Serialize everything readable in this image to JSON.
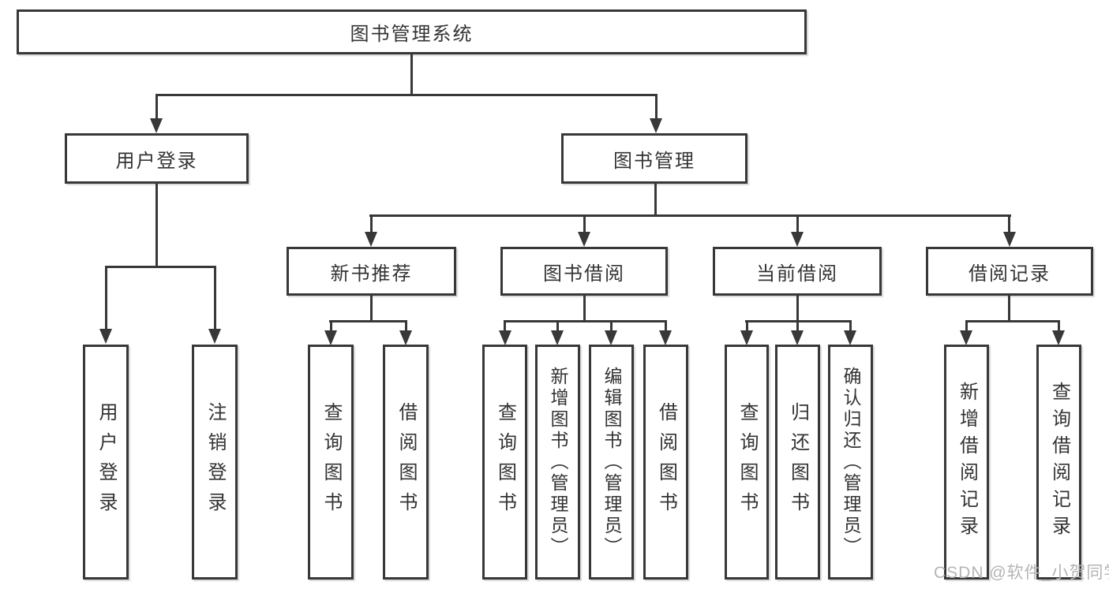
{
  "diagram": {
    "type": "hierarchy-tree",
    "title": "图书管理系统"
  },
  "tree": {
    "label": "图书管理系统",
    "children": [
      {
        "label": "用户登录",
        "children": [
          {
            "label": "用户登录"
          },
          {
            "label": "注销登录"
          }
        ]
      },
      {
        "label": "图书管理",
        "children": [
          {
            "label": "新书推荐",
            "children": [
              {
                "label": "查询图书"
              },
              {
                "label": "借阅图书"
              }
            ]
          },
          {
            "label": "图书借阅",
            "children": [
              {
                "label": "查询图书"
              },
              {
                "label": "新增图书（管理员）"
              },
              {
                "label": "编辑图书（管理员）"
              },
              {
                "label": "借阅图书"
              }
            ]
          },
          {
            "label": "当前借阅",
            "children": [
              {
                "label": "查询图书"
              },
              {
                "label": "归还图书"
              },
              {
                "label": "确认归还（管理员）"
              }
            ]
          },
          {
            "label": "借阅记录",
            "children": [
              {
                "label": "新增借阅记录"
              },
              {
                "label": "查询借阅记录"
              }
            ]
          }
        ]
      }
    ]
  },
  "watermark": {
    "text": "CSDN @软件_小贺同学"
  },
  "colors": {
    "line": "#383838",
    "text": "#333333",
    "watermark": "#b5b5b5",
    "background": "#ffffff"
  }
}
